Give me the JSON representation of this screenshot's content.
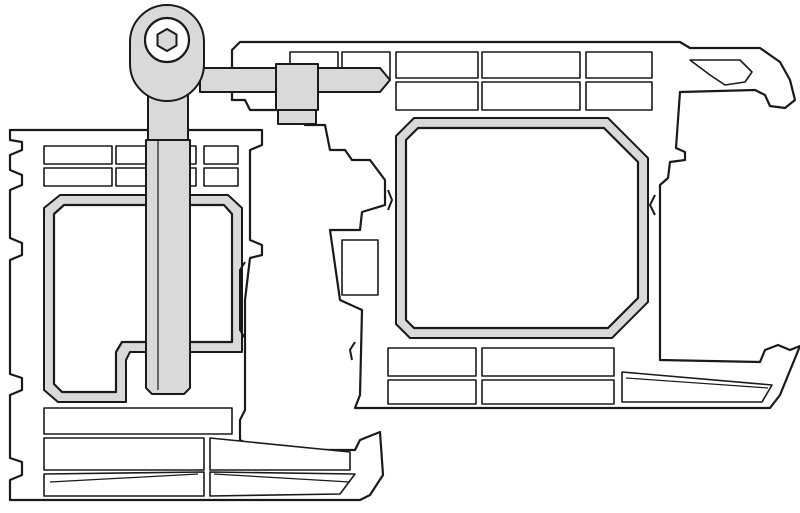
{
  "drawing": {
    "kind": "window-profile-cross-section",
    "colors": {
      "line": "#1a1a1a",
      "fill": "#ffffff",
      "steel": "#d9d9d9",
      "background": "#ffffff"
    },
    "parts": [
      "frame-profile",
      "sash-profile",
      "frame-steel-reinforcement",
      "sash-steel-reinforcement",
      "hinge-arm",
      "hinge-pivot",
      "hex-socket-icon"
    ]
  }
}
